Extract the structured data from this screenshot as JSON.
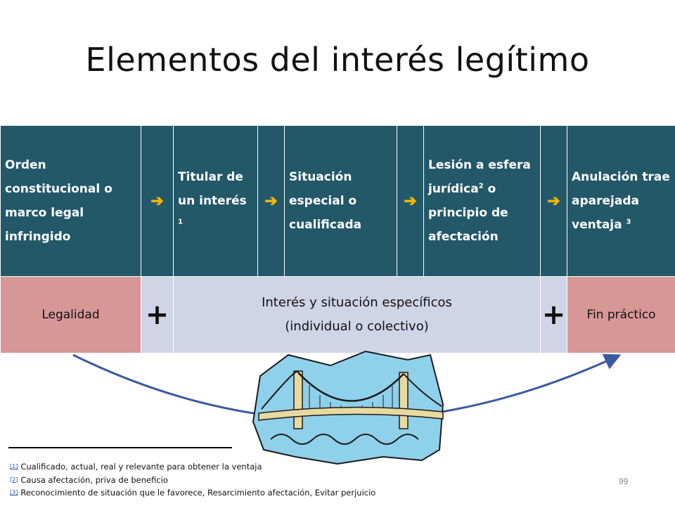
{
  "title": "Elementos del interés legítimo",
  "header_cells": [
    {
      "text": "Orden constitucional o marco legal infringido",
      "sup": ""
    },
    {
      "text": "Titular de un interés",
      "sup": "1"
    },
    {
      "text": "Situación especial o cualificada",
      "sup": ""
    },
    {
      "text": "Lesión a esfera jurídica",
      "sup": "2",
      "after": " o principio de afectación"
    },
    {
      "text": "Anulación trae aparejada ventaja",
      "sup": "3"
    }
  ],
  "arrow_glyph": "➔",
  "row2": {
    "left": "Legalidad",
    "plus": "+",
    "middle_line1": "Interés y situación específicos",
    "middle_line2": "(individual o colectivo)",
    "right": "Fin práctico"
  },
  "footnotes": [
    {
      "ref": "[1]",
      "text": "Cualificado, actual, real y relevante para obtener la ventaja"
    },
    {
      "ref": "[2]",
      "text": "Causa afectación, priva de beneficio"
    },
    {
      "ref": "[3]",
      "text": "Reconocimiento de situación que le favorece, Resarcimiento afectación, Evitar perjuicio"
    }
  ],
  "page_number": "99",
  "colors": {
    "header_bg": "#235869",
    "arrow": "#f5b800",
    "pink": "#d79796",
    "blue": "#cfd5e6",
    "curve": "#3a5aa0"
  },
  "icons": [
    "suspension-bridge-clipart-icon",
    "curved-arrow-icon"
  ]
}
